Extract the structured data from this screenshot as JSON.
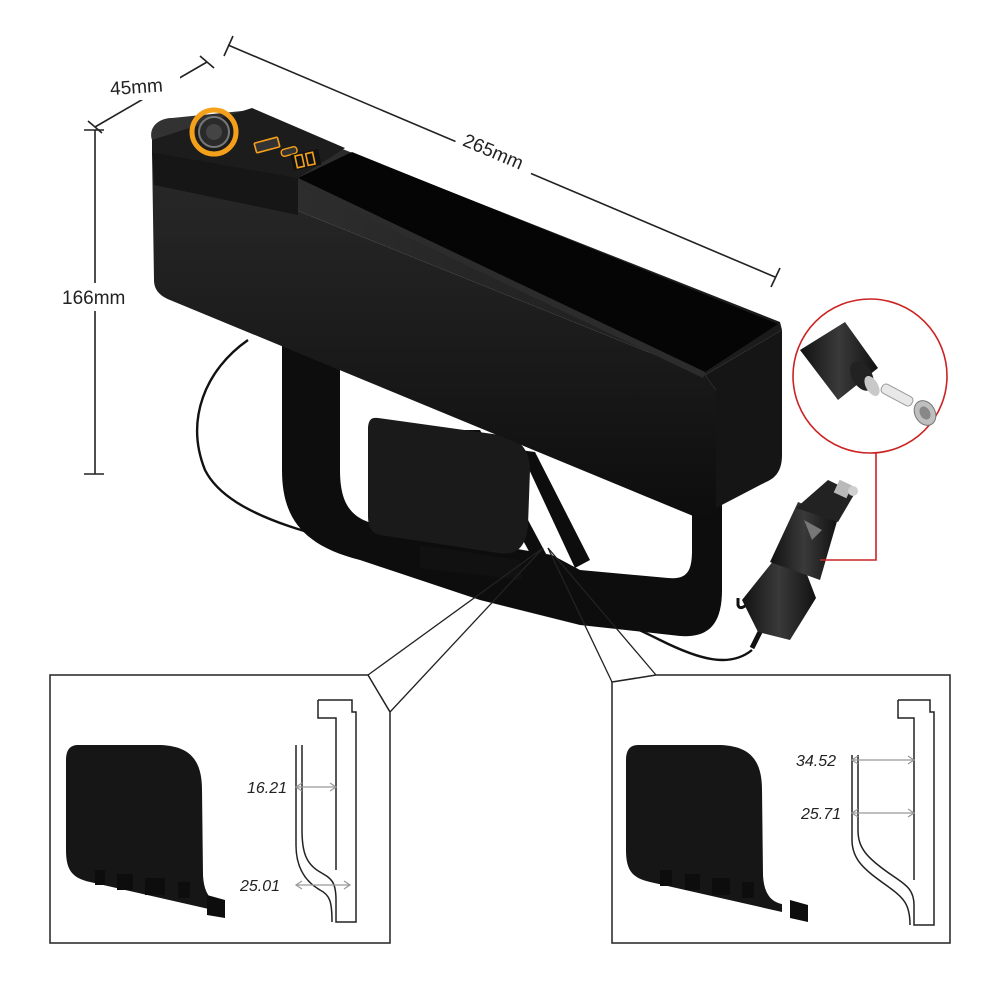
{
  "dimensions": {
    "depth": "45mm",
    "length": "265mm",
    "height": "166mm"
  },
  "details": {
    "left": {
      "top_gap": "16.21",
      "bottom_gap": "25.01"
    },
    "right": {
      "top_gap": "34.52",
      "bottom_gap": "25.71"
    }
  },
  "colors": {
    "product": "#111111",
    "accent_ring": "#f5a01a",
    "callout_line": "#cc2222",
    "outline": "#222222"
  },
  "icons": [
    "fuse-plug-icon",
    "cigarette-plug-icon",
    "usb-port-icon",
    "type-c-port-icon"
  ]
}
